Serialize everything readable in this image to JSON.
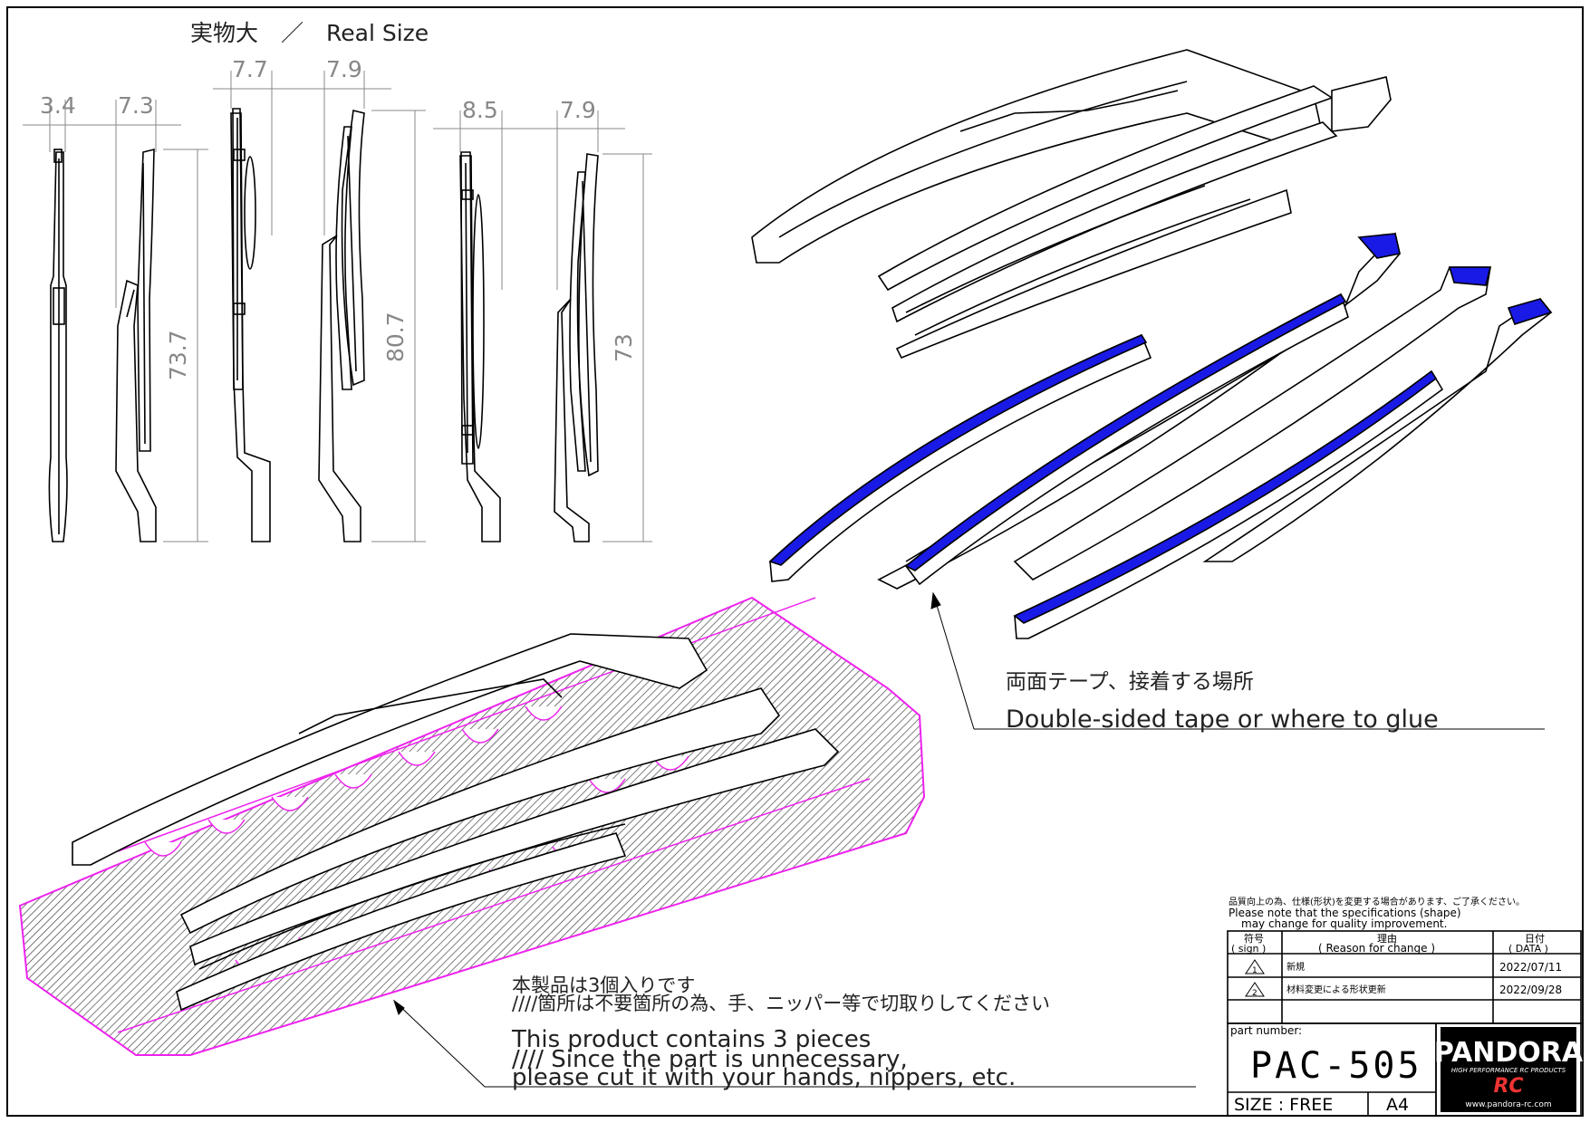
{
  "header": {
    "title": "実物大　／　Real Size"
  },
  "views": [
    {
      "dims_top": [
        "3.4",
        "7.3"
      ],
      "height": "73.7"
    },
    {
      "dims_top": [
        "7.7",
        "7.9"
      ],
      "height": "80.7"
    },
    {
      "dims_top": [
        "8.5",
        "7.9"
      ],
      "height": "73"
    }
  ],
  "callouts": {
    "tape_jp": "両面テープ、接着する場所",
    "tape_en": "Double-sided tape or where to glue",
    "pieces_jp_1": "本製品は3個入りです",
    "pieces_jp_2": "////箇所は不要箇所の為、手、ニッパー等で切取りしてください",
    "pieces_en_1": "This product contains 3 pieces",
    "pieces_en_2": "//// Since the part is unnecessary,",
    "pieces_en_3": "please cut it with your hands, nippers, etc."
  },
  "title_block": {
    "note_jp": "品質向上の為、仕様(形状)を変更する場合があります、ご了承ください。",
    "note_en_1": "Please note that the specifications (shape)",
    "note_en_2": "may change for quality improvement.",
    "col_sign_jp": "符号",
    "col_sign_en": "( sign )",
    "col_reason_jp": "理由",
    "col_reason_en": "( Reason for change )",
    "col_date_jp": "日付",
    "col_date_en": "( DATA )",
    "revisions": [
      {
        "sign": "1",
        "reason": "新規",
        "date": "2022/07/11"
      },
      {
        "sign": "2",
        "reason": "材料変更による形状更新",
        "date": "2022/09/28"
      }
    ],
    "part_number_label": "part number:",
    "part_number": "PAC-505",
    "size_label": "SIZE : FREE",
    "paper": "A4"
  },
  "logo": {
    "brand": "PANDORA",
    "tagline": "HIGH PERFORMANCE RC PRODUCTS",
    "rc": "RC",
    "url": "www.pandora-rc.com"
  },
  "colors": {
    "line": "#000000",
    "tape_blue": "#1a1ae6",
    "runner_magenta": "#ee22ee",
    "hatch": "#555555",
    "dim_line": "#888888"
  }
}
